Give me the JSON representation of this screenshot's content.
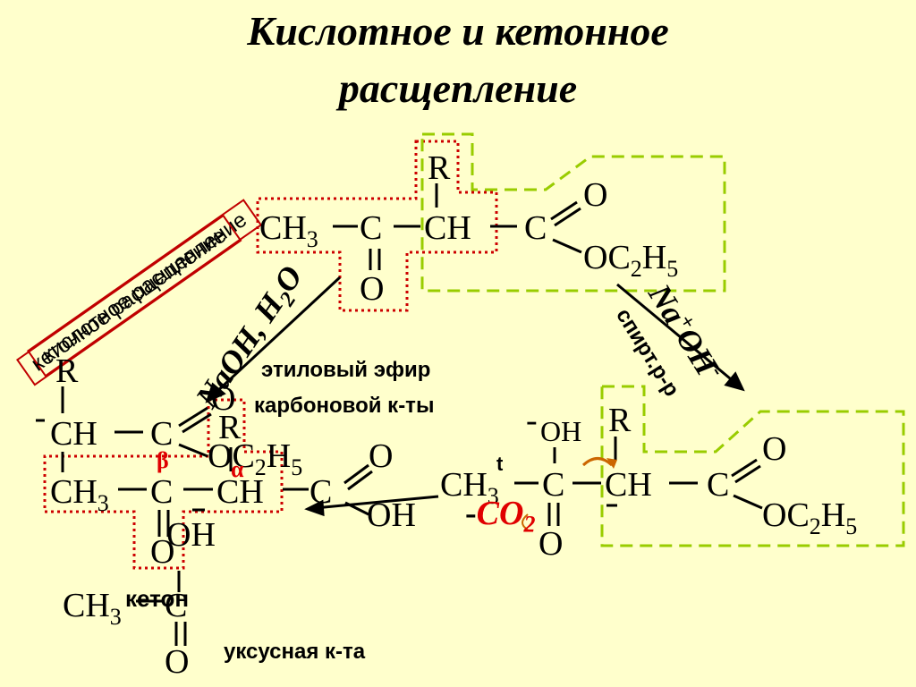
{
  "title": {
    "line1": "Кислотное и кетонное",
    "line2": "расщепление"
  },
  "labels": {
    "ester_line1": "этиловый эфир",
    "ester_line2": "карбоновой к-ты",
    "ketone": "кетон",
    "acetic_acid": "уксусная к-та",
    "acid_cleavage": "кислотное расщепление",
    "ketone_cleavage": "кетонное расщепление",
    "spirit": "спирт.р-р"
  },
  "reagents": {
    "left_main": "NaOH, H",
    "left_sub": "2",
    "left_end": "O",
    "right_na": "Na",
    "right_plus": "+",
    "right_oh": "OH",
    "right_minus": "-",
    "decarb_minus": "-",
    "decarb_co": "CO",
    "decarb_sub": "2",
    "temp": "t"
  },
  "greek": {
    "beta": "β",
    "alpha": "α"
  },
  "chem": {
    "R": "R",
    "CH3": "CH",
    "n3": "3",
    "C": "C",
    "CH": "CH",
    "O": "O",
    "OC2H5_a": "OC",
    "n2": "2",
    "H": "H",
    "n5": "5",
    "OH": "OH",
    "minus": "-"
  },
  "colors": {
    "background": "#ffffcc",
    "red_box": "#cc0000",
    "green_box": "#99cc00",
    "accent": "#e00000"
  }
}
